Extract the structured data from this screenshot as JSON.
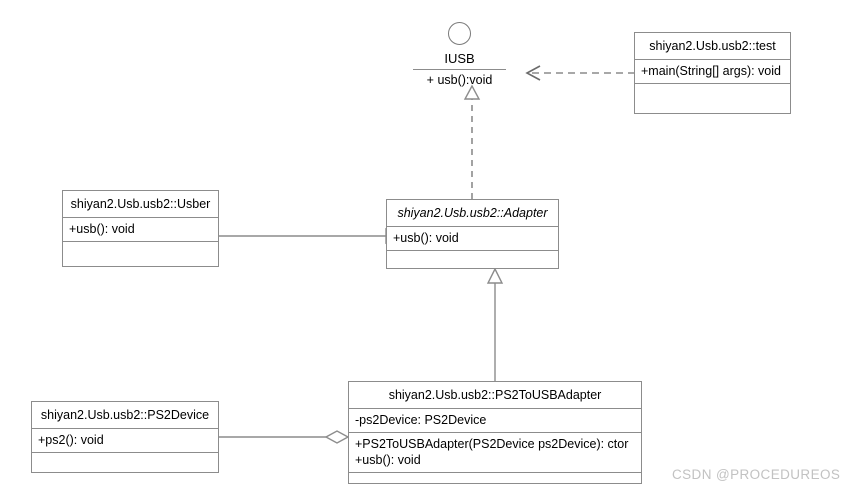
{
  "diagram": {
    "kind": "uml-class-diagram",
    "watermark": "CSDN @PROCEDUREOS",
    "stroke_color": "#8c8c8c",
    "text_color": "#000000",
    "background": "#ffffff"
  },
  "interface": {
    "name": "IUSB",
    "operation": "+ usb():void",
    "icon": "lollipop-circle"
  },
  "classes": {
    "test": {
      "title": "shiyan2.Usb.usb2::test",
      "members": [
        "+main(String[] args): void"
      ]
    },
    "usber": {
      "title": "shiyan2.Usb.usb2::Usber",
      "members": [
        "+usb(): void"
      ]
    },
    "adapter": {
      "title": "shiyan2.Usb.usb2::Adapter",
      "abstract": "true",
      "members": [
        "+usb(): void"
      ]
    },
    "ps2device": {
      "title": "shiyan2.Usb.usb2::PS2Device",
      "members": [
        "+ps2(): void"
      ]
    },
    "ps2tousbadapter": {
      "title": "shiyan2.Usb.usb2::PS2ToUSBAdapter",
      "attributes": [
        "-ps2Device: PS2Device"
      ],
      "members": [
        "+PS2ToUSBAdapter(PS2Device ps2Device): ctor",
        "+usb(): void"
      ]
    }
  },
  "relations": [
    {
      "name": "test-depends-on-iusb",
      "type": "dependency",
      "style": "dashed",
      "arrow": "open-arrow",
      "from": "shiyan2.Usb.usb2::test",
      "to": "IUSB"
    },
    {
      "name": "adapter-realizes-iusb",
      "type": "realization",
      "style": "dashed",
      "arrow": "hollow-triangle",
      "from": "shiyan2.Usb.usb2::Adapter",
      "to": "IUSB"
    },
    {
      "name": "usber-generalizes-adapter",
      "type": "generalization",
      "style": "solid",
      "arrow": "hollow-triangle",
      "from": "shiyan2.Usb.usb2::Usber",
      "to": "shiyan2.Usb.usb2::Adapter"
    },
    {
      "name": "ps2tousbadapter-extends-adapter",
      "type": "generalization",
      "style": "solid",
      "arrow": "hollow-triangle",
      "from": "shiyan2.Usb.usb2::PS2ToUSBAdapter",
      "to": "shiyan2.Usb.usb2::Adapter"
    },
    {
      "name": "ps2tousbadapter-aggregates-ps2device",
      "type": "aggregation",
      "style": "solid",
      "arrow": "hollow-diamond",
      "from": "shiyan2.Usb.usb2::PS2ToUSBAdapter",
      "to": "shiyan2.Usb.usb2::PS2Device"
    }
  ]
}
